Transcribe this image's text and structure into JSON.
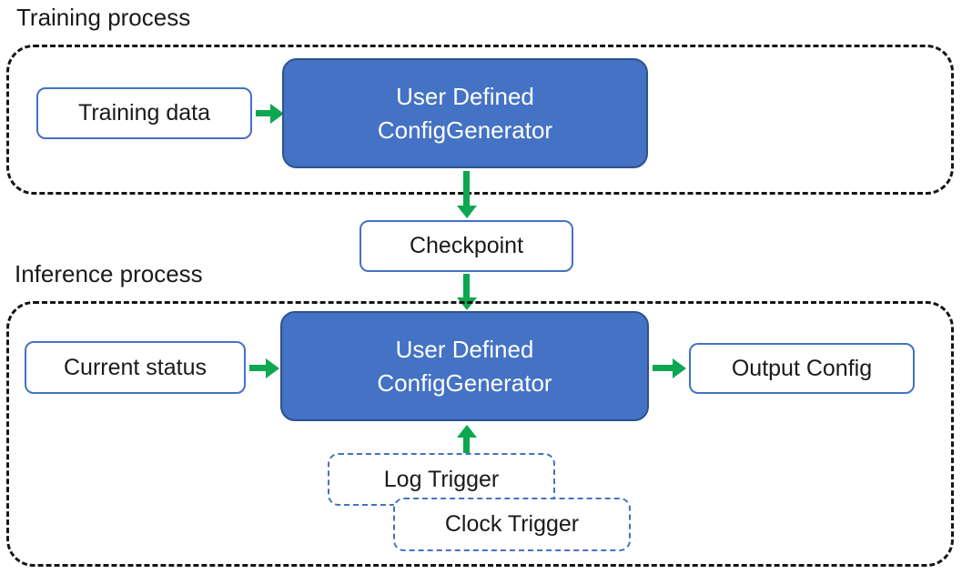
{
  "colors": {
    "node_fill": "#4472C4",
    "node_border": "#2F528F",
    "box_border": "#4472C4",
    "arrow_green": "#0CA750",
    "container_border": "#151515"
  },
  "training": {
    "section_label": "Training process",
    "input_box_label": "Training data",
    "generator_line1": "User Defined",
    "generator_line2": "ConfigGenerator"
  },
  "checkpoint": {
    "label": "Checkpoint"
  },
  "inference": {
    "section_label": "Inference process",
    "input_box_label": "Current status",
    "generator_line1": "User Defined",
    "generator_line2": "ConfigGenerator",
    "output_box_label": "Output Config",
    "log_trigger_label": "Log Trigger",
    "clock_trigger_label": "Clock Trigger"
  }
}
